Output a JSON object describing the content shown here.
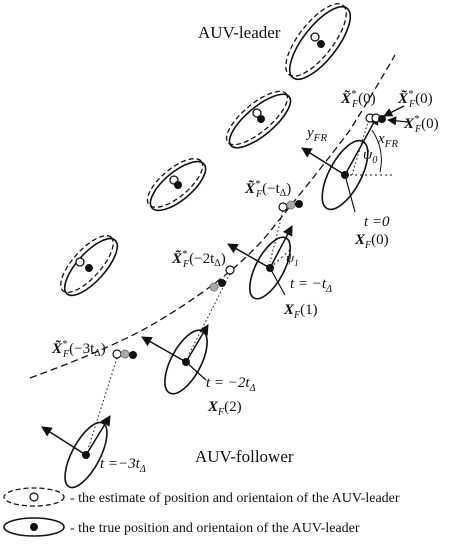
{
  "titles": {
    "leader": "AUV-leader",
    "follower": "AUV-follower"
  },
  "time_labels": {
    "t0": "t =0",
    "t1": "t = −t",
    "t1_sub": "Δ",
    "t2": "t = −2t",
    "t2_sub": "Δ",
    "t3": "t =−3t",
    "t3_sub": "Δ"
  },
  "follower_positions": {
    "x0_main": "X",
    "x0_sub": "F",
    "x0_arg": "(0)",
    "x1_main": "X",
    "x1_sub": "F",
    "x1_arg": "(1)",
    "x2_main": "X",
    "x2_sub": "F",
    "x2_arg": "(2)"
  },
  "estimates": {
    "e0_main": "X̃",
    "e0_sup": "*",
    "e0_sub": "F",
    "e0_arg": "(0)",
    "e0b_main": "X̃",
    "e0b_sup": "*",
    "e0b_sub": "F",
    "e0b_arg": "(0)",
    "x0star_main": "X",
    "x0star_sup": "*",
    "x0star_sub": "F",
    "x0star_arg": "(0)",
    "e1_main": "X̃",
    "e1_sup": "*",
    "e1_sub": "F",
    "e1_arg": "(−t",
    "e1_argsub": "Δ",
    "e1_close": ")",
    "e2_main": "X̃",
    "e2_sup": "*",
    "e2_sub": "F",
    "e2_arg": "(−2t",
    "e2_argsub": "Δ",
    "e2_close": ")",
    "e3_main": "X̃",
    "e3_sup": "*",
    "e3_sub": "F",
    "e3_arg": "(−3t",
    "e3_argsub": "Δ",
    "e3_close": ")"
  },
  "axes": {
    "y_main": "y",
    "y_sub": "FR",
    "x_main": "x",
    "x_sub": "FR",
    "psi0_main": "ψ",
    "psi0_sub": "0",
    "psi1_main": "ψ",
    "psi1_sub": "1"
  },
  "legend": {
    "estimate_text": "- the estimate of position and orientaion of the AUV-leader",
    "true_text": "- the true position and orientaion of the AUV-leader"
  }
}
